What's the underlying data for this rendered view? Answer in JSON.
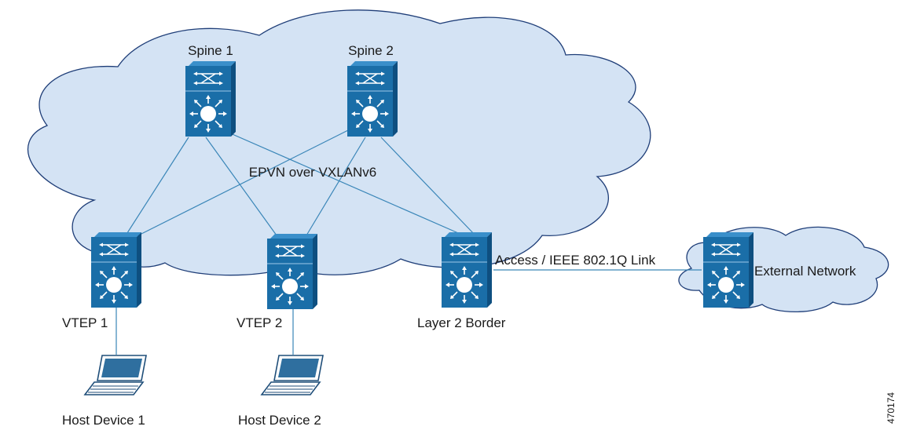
{
  "fabric": {
    "label": "EPVN over VXLANv6"
  },
  "spines": [
    {
      "label": "Spine 1"
    },
    {
      "label": "Spine 2"
    }
  ],
  "leaves": [
    {
      "label": "VTEP 1"
    },
    {
      "label": "VTEP 2"
    },
    {
      "label": "Layer 2 Border"
    }
  ],
  "hosts": [
    {
      "label": "Host Device 1"
    },
    {
      "label": "Host Device 2"
    }
  ],
  "external": {
    "label": "External Network",
    "link_label": "Access / IEEE 802.1Q Link"
  },
  "figure_id": "470174",
  "colors": {
    "cloud_fill": "#d4e3f4",
    "cloud_stroke": "#1f3e78",
    "switch_front": "#1a6ea8",
    "switch_top": "#3a8fca",
    "switch_side": "#0e4f80",
    "link": "#3a86b8",
    "laptop_stroke": "#1f4e79",
    "laptop_screen": "#2f6f9f"
  }
}
